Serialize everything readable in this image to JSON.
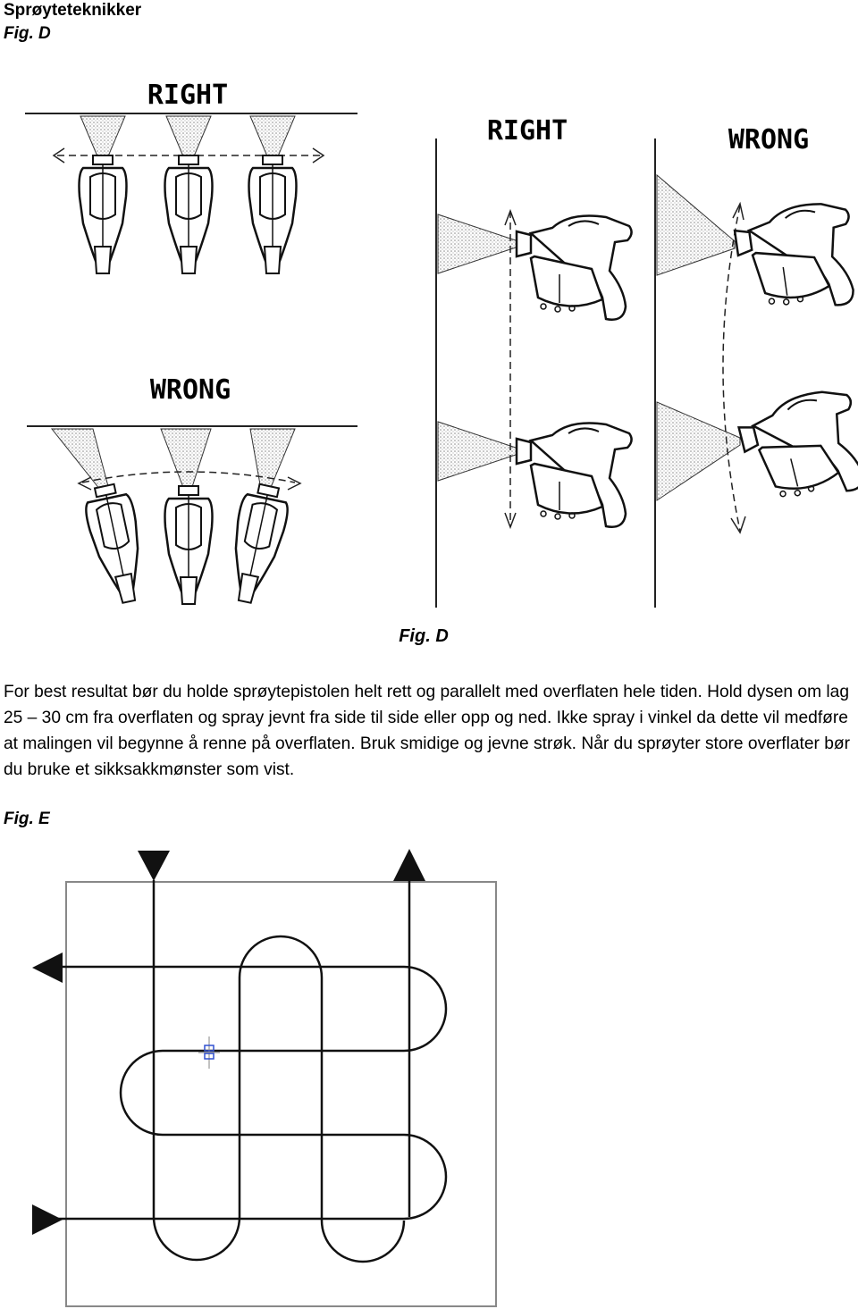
{
  "heading": "Sprøyteteknikker",
  "fig_d_label": "Fig. D",
  "figure_d": {
    "label_right": "RIGHT",
    "label_wrong": "WRONG",
    "caption": "Fig. D"
  },
  "paragraph": "For best resultat bør du holde sprøytepistolen helt rett og parallelt med overflaten hele tiden. Hold dysen om lag 25 – 30 cm fra overflaten og spray jevnt fra side til side eller opp og ned. Ikke spray i vinkel da dette vil medføre at malingen vil begynne å renne på overflaten. Bruk smidige og jevne strøk. Når du sprøyter store overflater bør du bruke et sikksakkmønster som vist.",
  "fig_e_label": "Fig. E",
  "colors": {
    "text": "#000000",
    "line": "#222222",
    "spray": "#b5b5b5",
    "marker": "#3050d0"
  }
}
